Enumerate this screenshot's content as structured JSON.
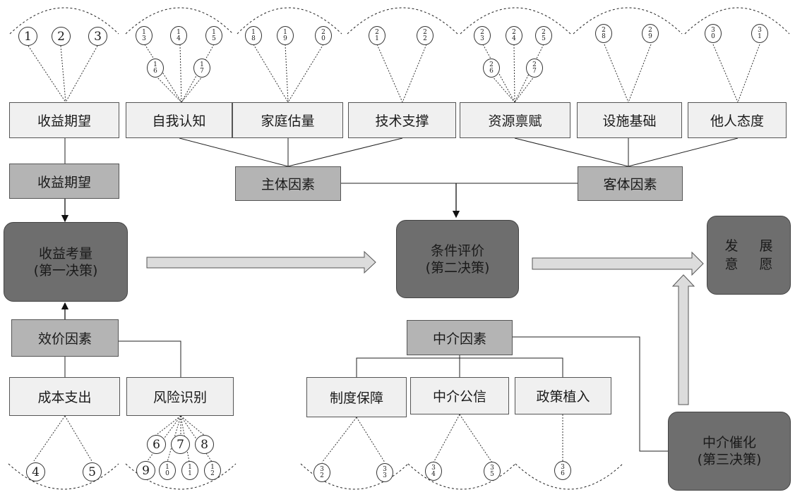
{
  "top_factors": [
    "收益期望",
    "自我认知",
    "家庭估量",
    "技术支撑",
    "资源禀赋",
    "设施基础",
    "他人态度"
  ],
  "subject_factor": "主体因素",
  "object_factor": "客体因素",
  "income_expectation": "收益期望",
  "first_decision": {
    "line1": "收益考量",
    "line2": "(第一决策)"
  },
  "second_decision": {
    "line1": "条件评价",
    "line2": "(第二决策)"
  },
  "third_decision": {
    "line1": "中介催化",
    "line2": "(第三决策)"
  },
  "goal": {
    "c1": "发",
    "c2": "展",
    "c3": "意",
    "c4": "愿"
  },
  "efficiency_factor": "效价因素",
  "cost": "成本支出",
  "risk": "风险识别",
  "intermediary_factor": "中介因素",
  "institution": "制度保障",
  "credibility": "中介公信",
  "policy": "政策植入",
  "markers": [
    "1",
    "2",
    "3",
    "13",
    "14",
    "15",
    "16",
    "17",
    "18",
    "19",
    "20",
    "21",
    "22",
    "23",
    "24",
    "25",
    "26",
    "27",
    "28",
    "29",
    "30",
    "31",
    "4",
    "5",
    "6",
    "7",
    "8",
    "9",
    "10",
    "11",
    "12",
    "32",
    "33",
    "34",
    "35",
    "36"
  ]
}
